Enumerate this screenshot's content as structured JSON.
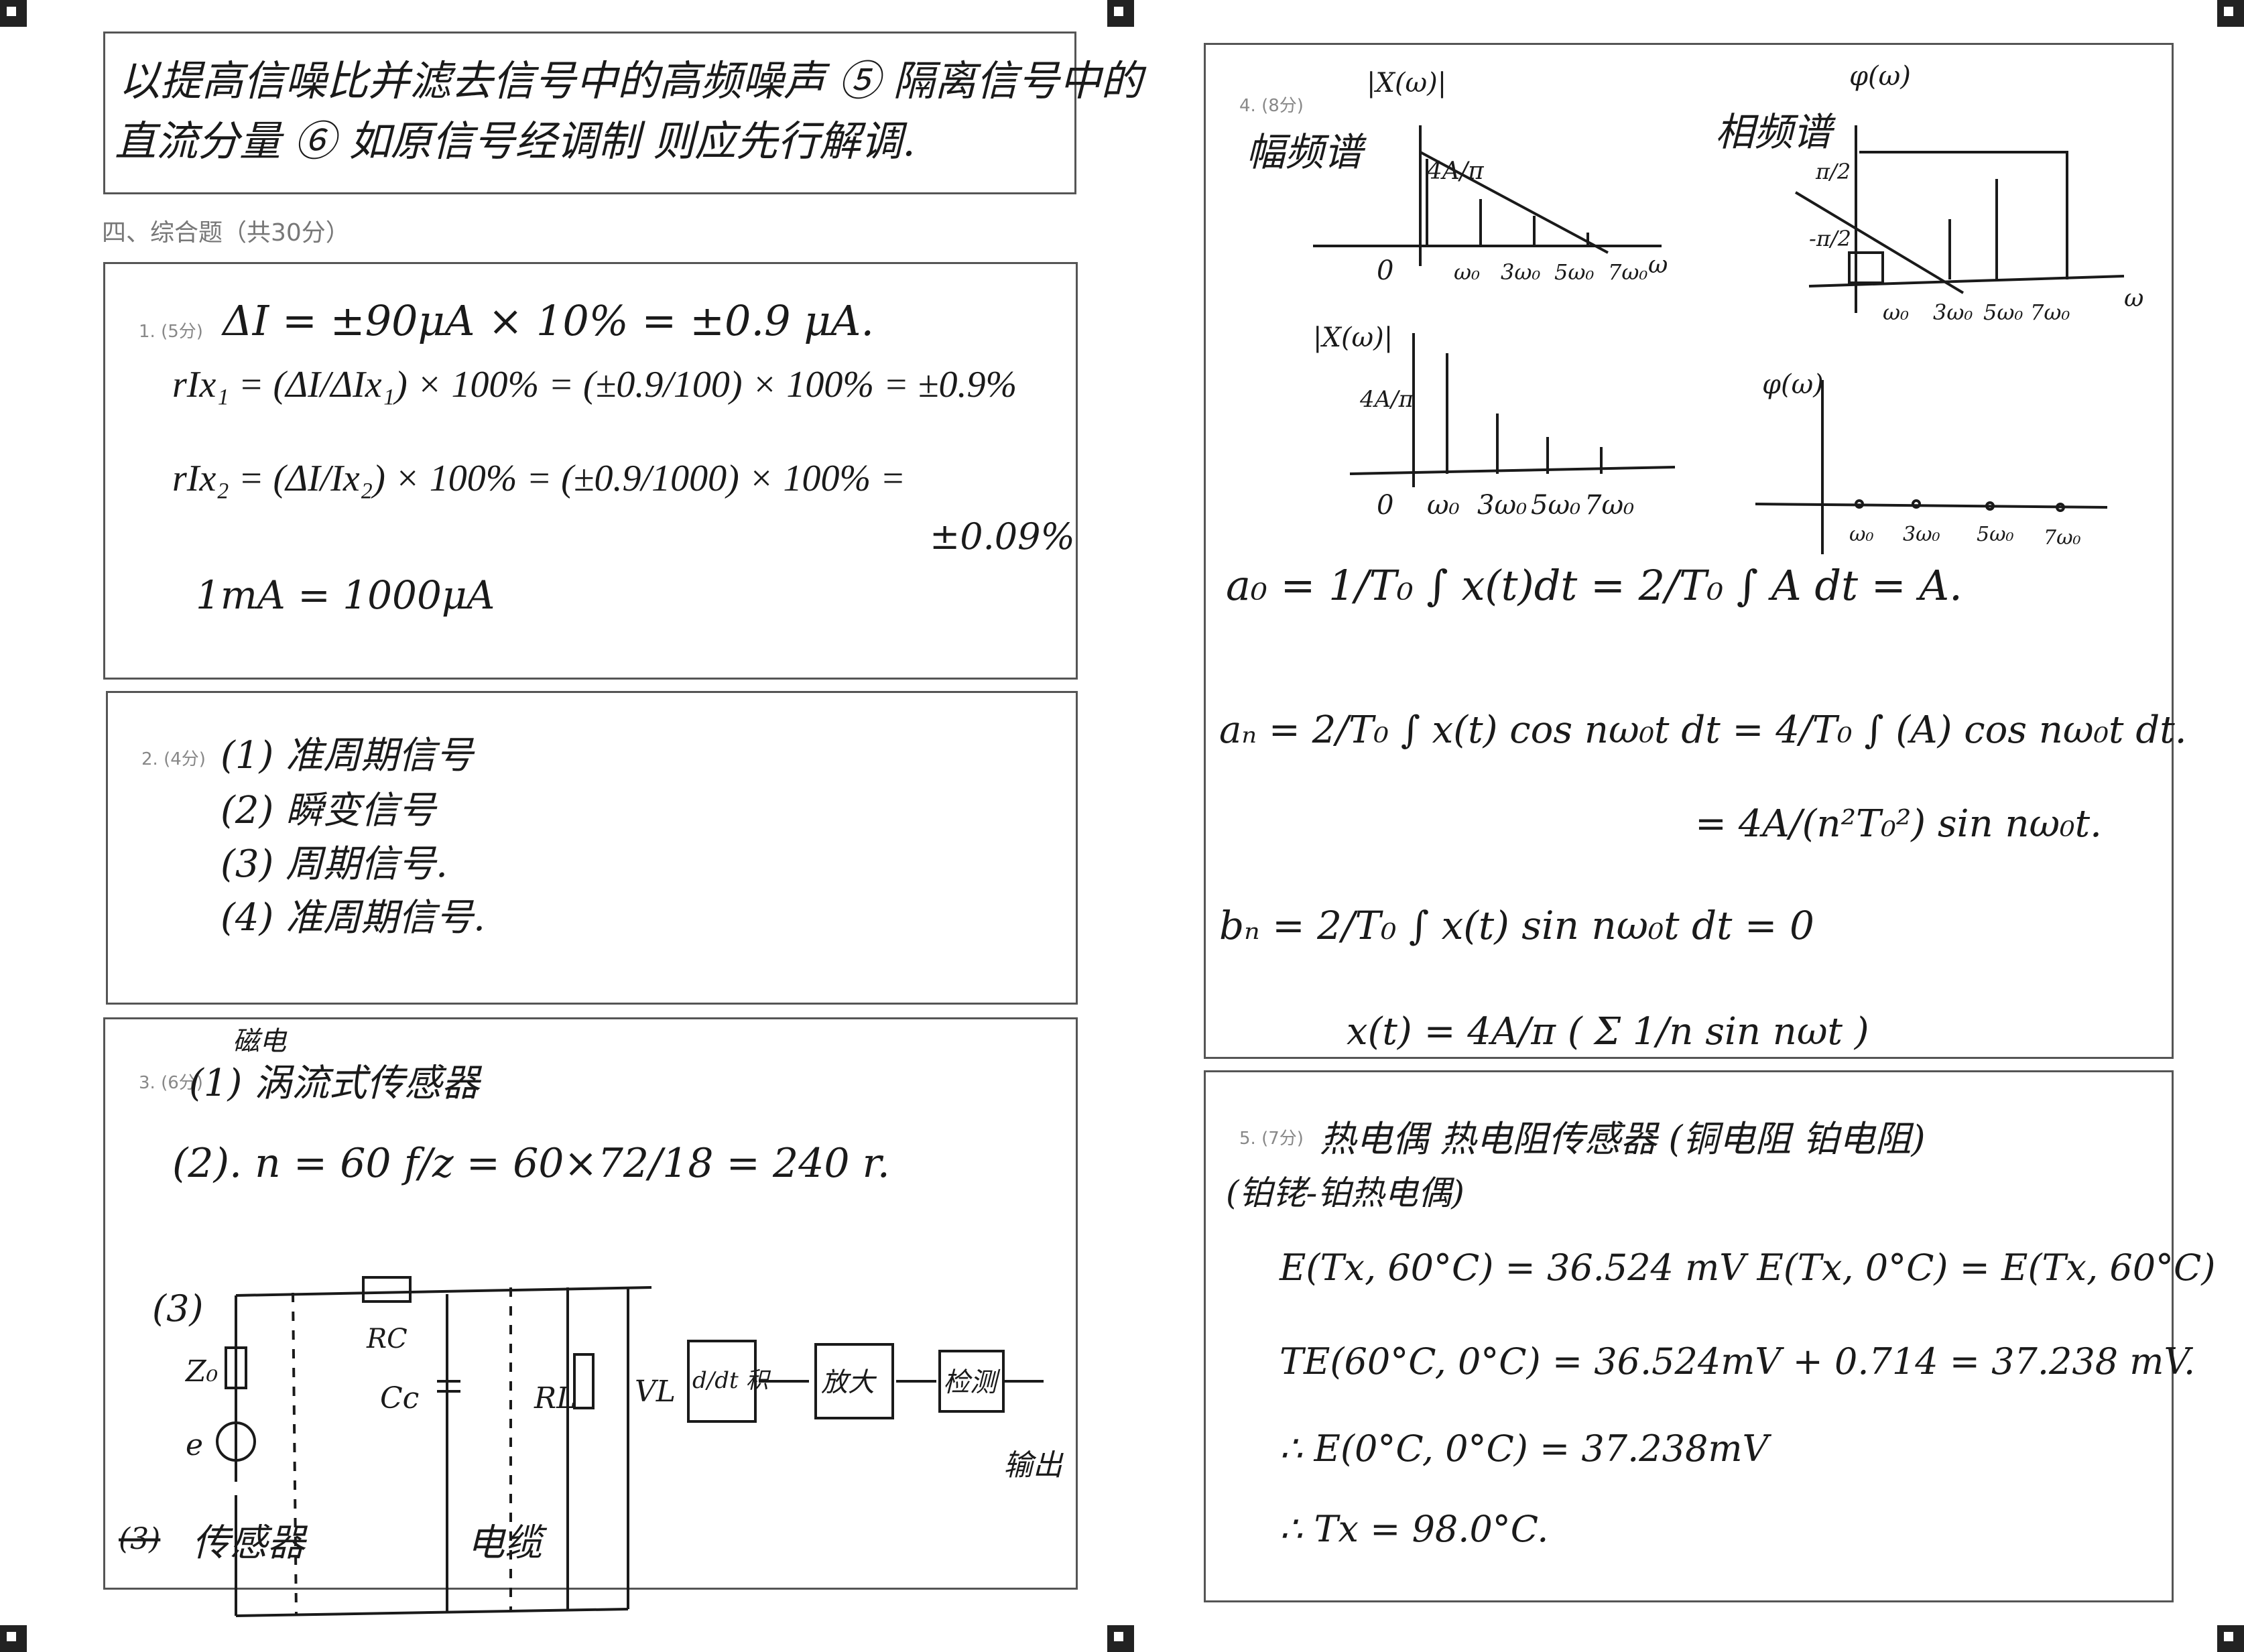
{
  "top_answer": {
    "line1": "以提高信噪比并滤去信号中的高频噪声 ⑤ 隔离信号中的",
    "line2": "直流分量 ⑥ 如原信号经调制 则应先行解调."
  },
  "section_title": "四、综合题（共30分）",
  "q1": {
    "label": "1. (5分)",
    "lines": [
      "ΔI = ±90μA × 10% = ±0.9 μA.",
      "rIx₁ = (ΔI/ΔIx₁) × 100% = (±0.9/100) × 100% = ±0.9%",
      "rIx₂ = (ΔI/Ix₂) × 100% = (±0.9/1000) × 100% =",
      "±0.09%",
      "1mA = 1000μA"
    ]
  },
  "q2": {
    "label": "2. (4分)",
    "lines": [
      "(1) 准周期信号",
      "(2) 瞬变信号",
      "(3) 周期信号.",
      "(4) 准周期信号."
    ]
  },
  "q3": {
    "label": "3. (6分)",
    "line1_correction": "磁电",
    "line1": "(1) 涡流式传感器",
    "line2": "(2). n = 60 f/z = 60×72/18 = 240 r.",
    "line3_label": "(3)",
    "circuit": {
      "z0": "Z₀",
      "e": "e",
      "rc": "RC",
      "cc": "Cc",
      "rl": "RL",
      "vl": "VL",
      "block1": "d/dt 积",
      "block2": "放大",
      "block3": "检测",
      "output": "输出",
      "sensor": "传感器",
      "cable": "电缆",
      "struck": "(3)"
    }
  },
  "q4": {
    "label": "4. (8分)",
    "amp_title": "幅频谱",
    "phase_title": "相频谱",
    "amp_axis": "|X(ω)|",
    "phase_axis": "φ(ω)",
    "amp_val": "4A/π",
    "phase_val1": "π/2",
    "phase_val2": "-π/2",
    "origin": "0",
    "freq_ticks": [
      "ω₀",
      "3ω₀",
      "5ω₀",
      "7ω₀"
    ],
    "w": "ω",
    "eq_a0": "a₀ = 1/T₀ ∫ x(t)dt = 2/T₀ ∫ A dt = A.",
    "eq_an": "aₙ = 2/T₀ ∫ x(t) cos nω₀t dt = 4/T₀ ∫ (A) cos nω₀t dt.",
    "eq_an2": "= 4A/(n²T₀²) sin nω₀t.",
    "eq_bn": "bₙ = 2/T₀ ∫ x(t) sin nω₀t dt = 0",
    "eq_xt": "x(t) = 4A/π ( Σ 1/n sin nωt )"
  },
  "q5": {
    "label": "5. (7分)",
    "lines": [
      "热电偶   热电阻传感器 (铜电阻 铂电阻)",
      "(铂铑-铂热电偶)",
      "E(Tx, 60°C) = 36.524 mV   E(Tx, 0°C) = E(Tx, 60°C)",
      "TE(60°C, 0°C) = 36.524mV + 0.714 = 37.238 mV.",
      "∴ E(0°C, 0°C) = 37.238mV",
      "∴ Tx = 98.0°C."
    ]
  }
}
